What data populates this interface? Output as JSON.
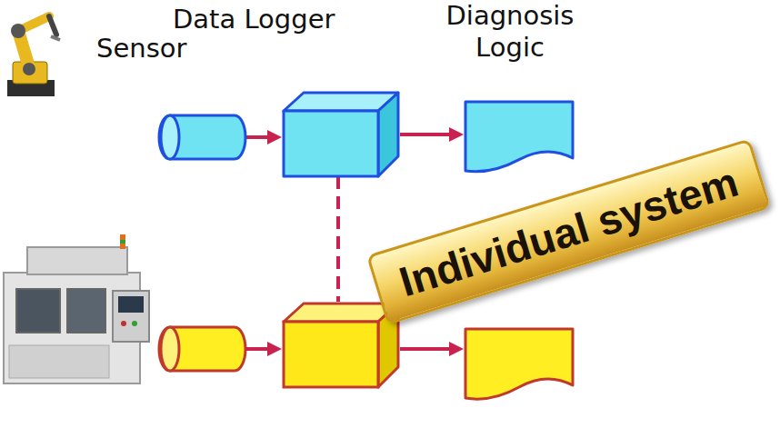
{
  "diagram": {
    "nodes": [
      {
        "text": [
          "Sensor"
        ]
      },
      {
        "text": [
          "Data Logger"
        ]
      },
      {
        "text": [
          "Diagnosis Logic"
        ]
      },
      {
        "text": [
          "Individual system"
        ]
      }
    ],
    "edges": [
      {
        "from": 0,
        "to": 1,
        "arrow": "to"
      },
      {
        "from": 1,
        "to": 2,
        "arrow": "to"
      }
    ]
  }
}
